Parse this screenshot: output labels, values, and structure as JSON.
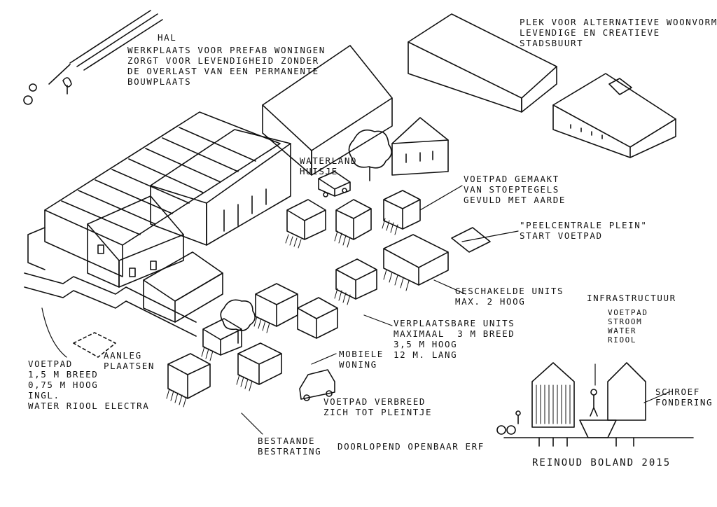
{
  "annotations": {
    "hal": {
      "lines": [
        "HAL"
      ]
    },
    "werkplaats": {
      "lines": [
        "WERKPLAATS VOOR PREFAB WONINGEN",
        "ZORGT VOOR LEVENDIGHEID ZONDER",
        "DE OVERLAST VAN EEN PERMANENTE",
        "BOUWPLAATS"
      ]
    },
    "plek": {
      "lines": [
        "PLEK VOOR ALTERNATIEVE WOONVORMEN",
        "LEVENDIGE EN CREATIEVE",
        "STADSBUURT"
      ]
    },
    "waterland": {
      "lines": [
        "WATERLAND",
        "HUISJE"
      ]
    },
    "voetpad_gemaakt": {
      "lines": [
        "VOETPAD GEMAAKT",
        "VAN STOEPTEGELS",
        "GEVULD MET AARDE"
      ]
    },
    "peelcentrale": {
      "lines": [
        "\"PEELCENTRALE PLEIN\"",
        "START VOETPAD"
      ]
    },
    "geschakelde": {
      "lines": [
        "GESCHAKELDE UNITS",
        "MAX. 2 HOOG"
      ]
    },
    "infrastructuur": {
      "lines": [
        "INFRASTRUCTUUR"
      ]
    },
    "infra_list": {
      "lines": [
        "VOETPAD",
        "STROOM",
        "WATER",
        "RIOOL"
      ]
    },
    "verplaatsbare": {
      "lines": [
        "VERPLAATSBARE UNITS",
        "MAXIMAAL  3 M BREED",
        "3,5 M HOOG",
        "12 M. LANG"
      ]
    },
    "aanleg": {
      "lines": [
        "AANLEG",
        "PLAATSEN"
      ]
    },
    "voetpad_links": {
      "lines": [
        "VOETPAD",
        "1,5 M BREED",
        "0,75 M HOOG",
        "INGL.",
        "WATER RIOOL ELECTRA"
      ]
    },
    "mobiele": {
      "lines": [
        "MOBIELE",
        "WONING"
      ]
    },
    "verbreed": {
      "lines": [
        "VOETPAD VERBREED",
        "ZICH TOT PLEINTJE"
      ]
    },
    "schroef": {
      "lines": [
        "SCHROEF",
        "FONDERING"
      ]
    },
    "bestaande": {
      "lines": [
        "BESTAANDE",
        "BESTRATING"
      ]
    },
    "doorlopend": {
      "lines": [
        "DOORLOPEND OPENBAAR ERF"
      ]
    },
    "signature": {
      "lines": [
        "REINOUD BOLAND 2015"
      ]
    }
  }
}
